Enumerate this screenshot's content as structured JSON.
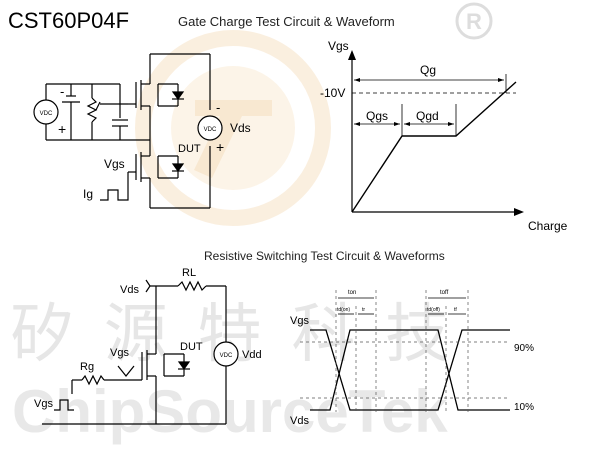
{
  "header": {
    "part_number": "CST60P04F",
    "registered_mark": "®"
  },
  "watermark": {
    "chinese": "矽 源 特 科 技",
    "brand": "ChipSourceTek"
  },
  "gate_charge": {
    "title": "Gate Charge Test Circuit & Waveform",
    "circuit": {
      "vdc_left": "VDC",
      "minus_left": "-",
      "plus_left": "+",
      "vdc_right": "VDC",
      "vds": "Vds",
      "minus_right": "-",
      "plus_right": "+",
      "dut": "DUT",
      "vgs": "Vgs",
      "ig": "Ig"
    },
    "waveform": {
      "y_label": "Vgs",
      "x_label": "Charge",
      "level": "-10V",
      "qg": "Qg",
      "qgs": "Qgs",
      "qgd": "Qgd"
    }
  },
  "switching": {
    "title": "Resistive Switching Test Circuit & Waveforms",
    "circuit": {
      "vds": "Vds",
      "rl": "RL",
      "vgs": "Vgs",
      "dut": "DUT",
      "vdc": "VDC",
      "vdd": "Vdd",
      "rg": "Rg",
      "vgs_src": "Vgs"
    },
    "waveform": {
      "vgs": "Vgs",
      "vds": "Vds",
      "pct_90": "90%",
      "pct_10": "10%",
      "t_on": "ton",
      "t_off": "toff",
      "td_on": "td(on)",
      "tr": "tr",
      "td_off": "td(off)",
      "tf": "tf"
    }
  }
}
